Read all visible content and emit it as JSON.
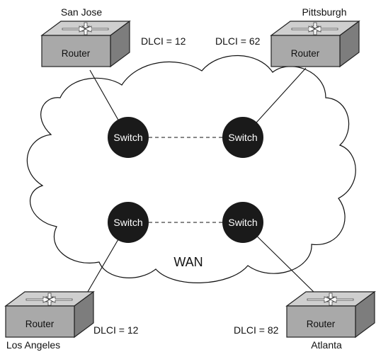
{
  "labels": {
    "wan": "WAN",
    "switch": "Switch",
    "router": "Router"
  },
  "sites": [
    {
      "city": "San Jose",
      "dlci": "DLCI = 12"
    },
    {
      "city": "Pittsburgh",
      "dlci": "DLCI = 62"
    },
    {
      "city": "Los Angeles",
      "dlci": "DLCI = 12"
    },
    {
      "city": "Atlanta",
      "dlci": "DLCI = 82"
    }
  ],
  "colors": {
    "switch_fill": "#1a1a1a",
    "router_front": "#a9a9a9",
    "router_top": "#cfcfcf",
    "router_side": "#7d7d7d",
    "line": "#111111"
  }
}
